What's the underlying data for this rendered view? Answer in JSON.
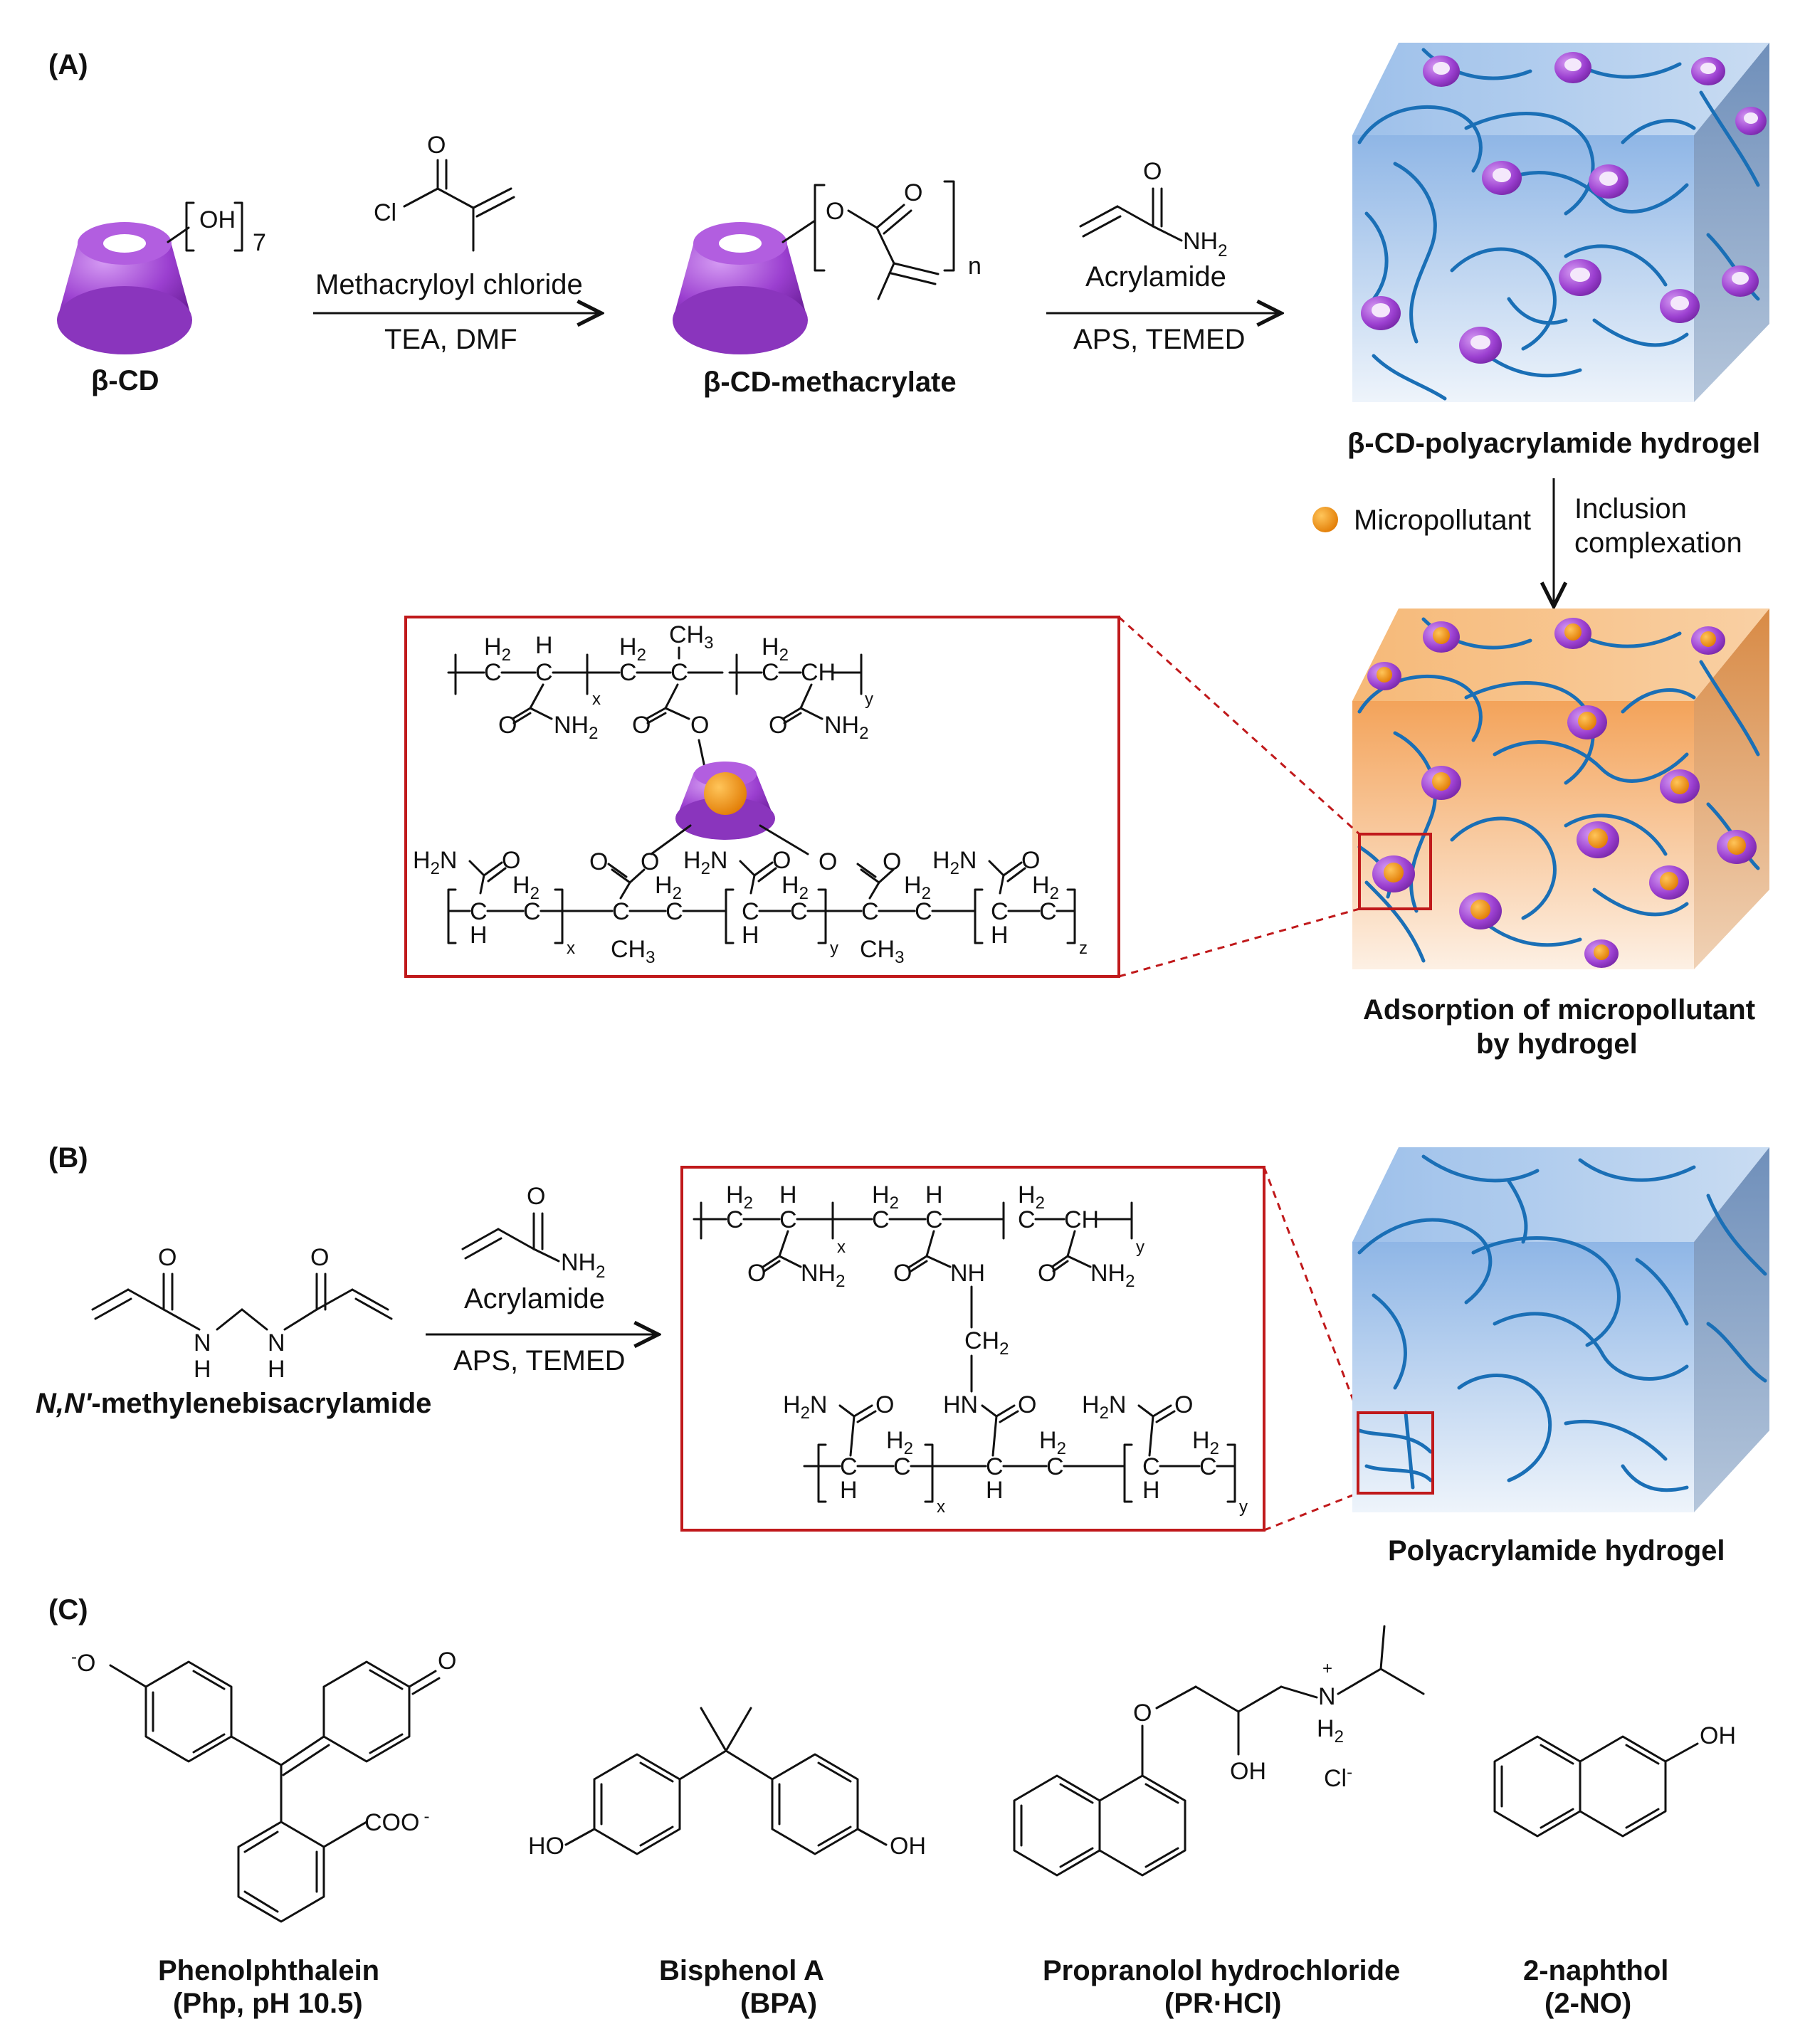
{
  "panels": {
    "a": {
      "label": "(A)"
    },
    "b": {
      "label": "(B)"
    },
    "c": {
      "label": "(C)"
    }
  },
  "panel_a": {
    "bcd": {
      "name": "β-CD",
      "oh": "OH",
      "subscript": "7"
    },
    "step1": {
      "cl": "Cl",
      "o": "O",
      "reagent": "Methacryloyl chloride",
      "conditions": "TEA, DMF"
    },
    "product1": {
      "name": "β-CD-methacrylate",
      "o_ester": "O",
      "o_carbonyl": "O",
      "subscript": "n"
    },
    "step2": {
      "o": "O",
      "nh2": "NH",
      "nh2_sub": "2",
      "reagent": "Acrylamide",
      "conditions": "APS, TEMED"
    },
    "hydrogel_name": "β-CD-polyacrylamide hydrogel",
    "legend_label": "Micropollutant",
    "inclusion_line1": "Inclusion",
    "inclusion_line2": "complexation",
    "adsorbed_line1": "Adsorption  of micropollutant",
    "adsorbed_line2": "by hydrogel"
  },
  "panel_b": {
    "crosslinker_name_italic": "N,N'",
    "crosslinker_name_rest": "-methylenebisacrylamide",
    "o": "O",
    "nh": "N",
    "h": "H",
    "reagent_o": "O",
    "reagent_nh2": "NH",
    "reagent_nh2_sub": "2",
    "reagent": "Acrylamide",
    "conditions": "APS, TEMED",
    "hydrogel_name": "Polyacrylamide hydrogel"
  },
  "panel_c": {
    "compounds": [
      {
        "name": "Phenolphthalein",
        "abbr": "(Php, pH 10.5)"
      },
      {
        "name": "Bisphenol A",
        "abbr": "(BPA)"
      },
      {
        "name": "Propranolol hydrochloride",
        "abbr": "(PR·HCl)"
      },
      {
        "name": "2-naphthol",
        "abbr": "(2-NO)"
      }
    ],
    "php": {
      "o_minus": "O",
      "minus": "-",
      "o": "O",
      "coo": "COO",
      "coo_minus": "-"
    },
    "bpa": {
      "ho": "HO",
      "oh": "OH"
    },
    "pr": {
      "o": "O",
      "n": "N",
      "plus": "+",
      "h2": "H",
      "h2_sub": "2",
      "oh": "OH",
      "cl": "Cl",
      "cl_minus": "-"
    },
    "no2": {
      "oh": "OH"
    }
  },
  "inset_a": {
    "h2": "H",
    "sub2": "2",
    "h": "H",
    "c": "C",
    "ch3": "CH",
    "sub3": "3",
    "ch": "CH",
    "o": "O",
    "nh2": "NH",
    "h2n": "H",
    "n": "N",
    "x": "x",
    "y": "y",
    "z": "z"
  },
  "inset_b": {
    "h2": "H",
    "sub2": "2",
    "h": "H",
    "c": "C",
    "ch": "CH",
    "o": "O",
    "nh2": "NH",
    "h2n": "H",
    "n": "N",
    "nh": "NH",
    "hn": "HN",
    "ch2": "CH",
    "x": "x",
    "y": "y"
  },
  "colors": {
    "cd_purple": "#9b3fd0",
    "pollutant_orange": "#f08a0c",
    "chain_blue": "#1a6fb6",
    "box_red": "#c0191b",
    "gel_blue": "#9cc0ea",
    "gel_orange": "#f5b070"
  }
}
